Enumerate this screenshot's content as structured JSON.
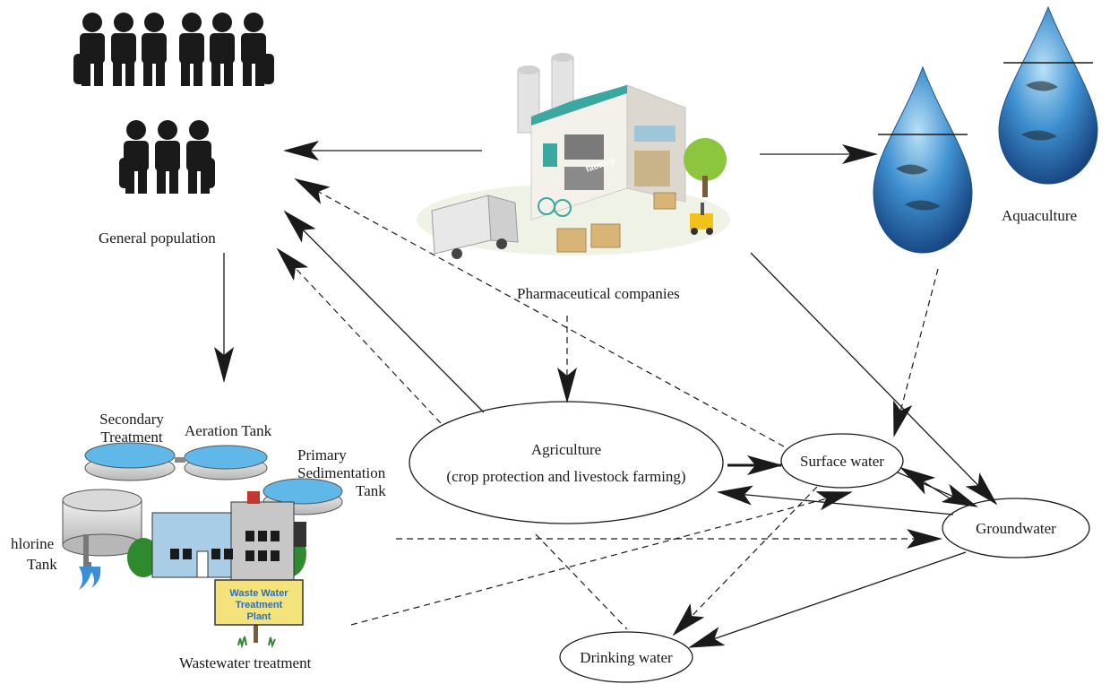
{
  "labels": {
    "general_population": "General population",
    "pharmaceutical_companies": "Pharmaceutical companies",
    "aquaculture": "Aquaculture",
    "agriculture_line1": "Agriculture",
    "agriculture_line2": "(crop protection and livestock farming)",
    "surface_water": "Surface water",
    "groundwater": "Groundwater",
    "drinking_water": "Drinking water",
    "wastewater_treatment": "Wastewater treatment",
    "secondary_treatment_line1": "Secondary",
    "secondary_treatment_line2": "Treatment",
    "aeration_tank": "Aeration Tank",
    "primary_sedimentation_line1": "Primary",
    "primary_sedimentation_line2": "Sedimentation",
    "primary_sedimentation_line3": "Tank",
    "chlorine_tank_line1": "hlorine",
    "chlorine_tank_line2": "Tank",
    "plant_sign_line1": "Waste Water",
    "plant_sign_line2": "Treatment",
    "plant_sign_line3": "Plant",
    "factory_sign": "factory"
  },
  "colors": {
    "people": "#1a1a1a",
    "arrow": "#1a1a1a",
    "water_drop": "#2f7fc4",
    "tank_water": "#5fb8e8",
    "building": "#a9cde6",
    "sign": "#f4e27a",
    "factory_accent": "#3aa7a0"
  }
}
